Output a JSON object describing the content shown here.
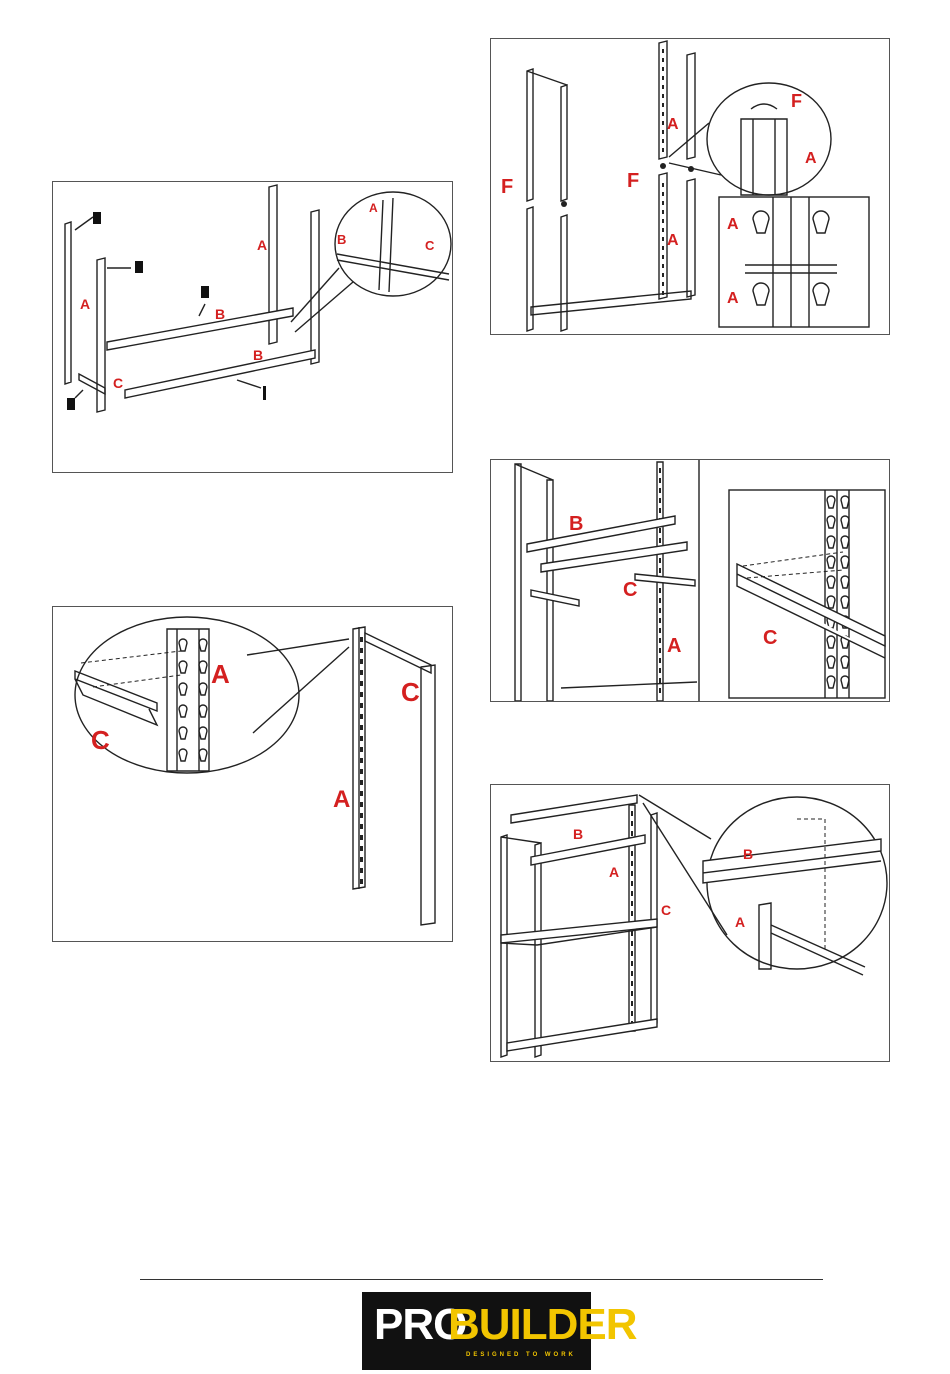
{
  "fig1": {
    "l1": "A",
    "l2": "B",
    "l3": "C",
    "l4": "A",
    "l5": "B",
    "l6": "A",
    "l7": "B",
    "l8": "C"
  },
  "fig2": {
    "l1": "A",
    "l2": "C",
    "l3": "A",
    "l4": "C"
  },
  "fig3": {
    "l1": "F",
    "l2": "F",
    "l3": "A",
    "l4": "A",
    "l5": "F",
    "l6": "A",
    "l7": "A",
    "l8": "A"
  },
  "fig4": {
    "l1": "B",
    "l2": "C",
    "l3": "A",
    "l4": "C"
  },
  "fig5": {
    "l1": "B",
    "l2": "A",
    "l3": "C",
    "l4": "B",
    "l5": "A"
  },
  "logo": {
    "pro": "PRO",
    "builder": "BUILDER",
    "tagline": "DESIGNED TO WORK"
  }
}
